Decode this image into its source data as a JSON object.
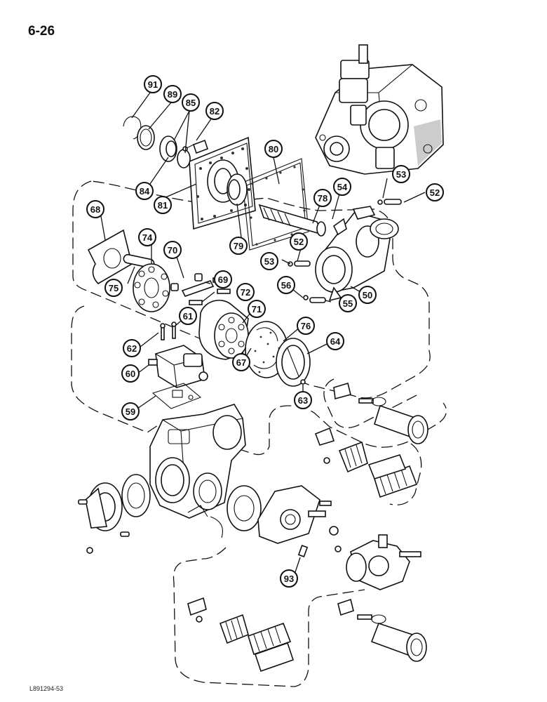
{
  "page": {
    "number": "6-26",
    "figure_code": "L891294-53"
  },
  "callouts": [
    {
      "id": "91",
      "label": "91"
    },
    {
      "id": "89",
      "label": "89"
    },
    {
      "id": "85",
      "label": "85"
    },
    {
      "id": "82",
      "label": "82"
    },
    {
      "id": "84",
      "label": "84"
    },
    {
      "id": "81",
      "label": "81"
    },
    {
      "id": "80",
      "label": "80"
    },
    {
      "id": "79",
      "label": "79"
    },
    {
      "id": "78",
      "label": "78"
    },
    {
      "id": "54",
      "label": "54"
    },
    {
      "id": "53a",
      "label": "53"
    },
    {
      "id": "52a",
      "label": "52"
    },
    {
      "id": "68",
      "label": "68"
    },
    {
      "id": "74",
      "label": "74"
    },
    {
      "id": "70",
      "label": "70"
    },
    {
      "id": "69",
      "label": "69"
    },
    {
      "id": "72",
      "label": "72"
    },
    {
      "id": "75",
      "label": "75"
    },
    {
      "id": "52b",
      "label": "52"
    },
    {
      "id": "53b",
      "label": "53"
    },
    {
      "id": "56",
      "label": "56"
    },
    {
      "id": "55",
      "label": "55"
    },
    {
      "id": "50",
      "label": "50"
    },
    {
      "id": "71",
      "label": "71"
    },
    {
      "id": "61",
      "label": "61"
    },
    {
      "id": "76",
      "label": "76"
    },
    {
      "id": "64",
      "label": "64"
    },
    {
      "id": "62",
      "label": "62"
    },
    {
      "id": "67",
      "label": "67"
    },
    {
      "id": "60",
      "label": "60"
    },
    {
      "id": "63",
      "label": "63"
    },
    {
      "id": "59",
      "label": "59"
    },
    {
      "id": "93",
      "label": "93"
    }
  ]
}
